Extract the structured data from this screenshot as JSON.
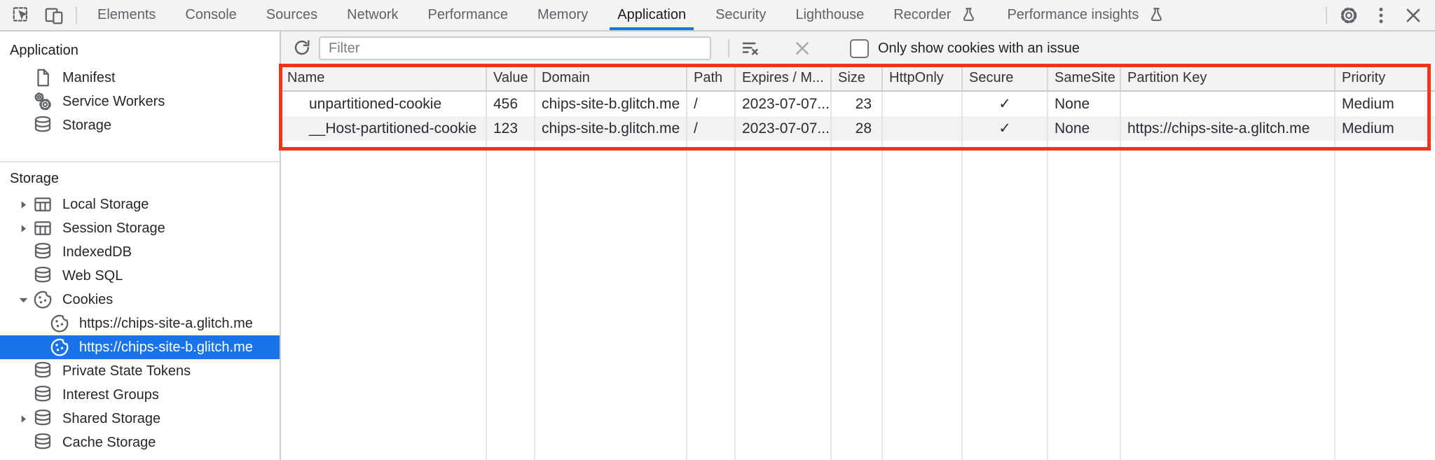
{
  "tabbar": {
    "selected_tab": "Application",
    "tabs": [
      {
        "label": "Elements"
      },
      {
        "label": "Console"
      },
      {
        "label": "Sources"
      },
      {
        "label": "Network"
      },
      {
        "label": "Performance"
      },
      {
        "label": "Memory"
      },
      {
        "label": "Application"
      },
      {
        "label": "Security"
      },
      {
        "label": "Lighthouse"
      },
      {
        "label": "Recorder",
        "experimental": true
      },
      {
        "label": "Performance insights",
        "experimental": true
      }
    ]
  },
  "sidebar": {
    "sections": [
      {
        "title": "Application",
        "items": [
          {
            "label": "Manifest",
            "icon": "document-icon"
          },
          {
            "label": "Service Workers",
            "icon": "service-workers-icon"
          },
          {
            "label": "Storage",
            "icon": "database-icon"
          }
        ]
      },
      {
        "title": "Storage",
        "items": [
          {
            "label": "Local Storage",
            "icon": "table-icon",
            "disclosure": "collapsed"
          },
          {
            "label": "Session Storage",
            "icon": "table-icon",
            "disclosure": "collapsed"
          },
          {
            "label": "IndexedDB",
            "icon": "database-icon"
          },
          {
            "label": "Web SQL",
            "icon": "database-icon"
          },
          {
            "label": "Cookies",
            "icon": "cookie-icon",
            "disclosure": "expanded"
          },
          {
            "label": "https://chips-site-a.glitch.me",
            "icon": "cookie-icon",
            "indent": 1
          },
          {
            "label": "https://chips-site-b.glitch.me",
            "icon": "cookie-icon",
            "indent": 1,
            "selected": true
          },
          {
            "label": "Private State Tokens",
            "icon": "database-icon"
          },
          {
            "label": "Interest Groups",
            "icon": "database-icon"
          },
          {
            "label": "Shared Storage",
            "icon": "database-icon",
            "disclosure": "collapsed"
          },
          {
            "label": "Cache Storage",
            "icon": "database-icon"
          }
        ]
      }
    ]
  },
  "toolbar": {
    "filter_placeholder": "Filter",
    "issue_checkbox_label": "Only show cookies with an issue",
    "issue_checkbox_checked": false
  },
  "cookie_table": {
    "columns": [
      "Name",
      "Value",
      "Domain",
      "Path",
      "Expires / M...",
      "Size",
      "HttpOnly",
      "Secure",
      "SameSite",
      "Partition Key",
      "Priority"
    ],
    "rows": [
      [
        "unpartitioned-cookie",
        "456",
        "chips-site-b.glitch.me",
        "/",
        "2023-07-07...",
        "23",
        "",
        "✓",
        "None",
        "",
        "Medium"
      ],
      [
        "__Host-partitioned-cookie",
        "123",
        "chips-site-b.glitch.me",
        "/",
        "2023-07-07...",
        "28",
        "",
        "✓",
        "None",
        "https://chips-site-a.glitch.me",
        "Medium"
      ]
    ]
  },
  "annotation": {
    "shape": "rectangle",
    "color": "#f43317"
  },
  "colors": {
    "accent": "#1a73e8",
    "selected_item_bg": "#1a73e8",
    "toolbar_bg": "#f3f3f3",
    "row_stripe": "#f1f2f4",
    "annotation": "#f43317"
  }
}
